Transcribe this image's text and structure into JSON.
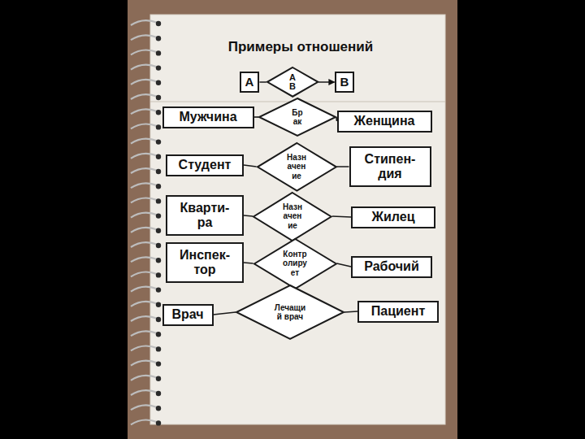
{
  "diagram": {
    "title": "Примеры отношений",
    "nodes": [
      {
        "text": [
          "А"
        ]
      },
      {
        "text": [
          "А В"
        ]
      },
      {
        "text": [
          "В"
        ]
      },
      {
        "text": [
          "Мужчина"
        ]
      },
      {
        "text": [
          "Бр ак"
        ]
      },
      {
        "text": [
          "Женщина"
        ]
      },
      {
        "text": [
          "Студент"
        ]
      },
      {
        "text": [
          "Назн ачен ие"
        ]
      },
      {
        "text": [
          "Стипен- дия"
        ]
      },
      {
        "text": [
          "Кварти- ра"
        ]
      },
      {
        "text": [
          "Назн ачен ие"
        ]
      },
      {
        "text": [
          "Жилец"
        ]
      },
      {
        "text": [
          "Инспек- тор"
        ]
      },
      {
        "text": [
          "Контр олиру ет"
        ]
      },
      {
        "text": [
          "Рабочий"
        ]
      },
      {
        "text": [
          "Врач"
        ]
      },
      {
        "text": [
          "Лечащи й врач"
        ]
      },
      {
        "text": [
          "Пациент"
        ]
      }
    ],
    "edges": [
      {
        "from": 0,
        "to": 1,
        "arrow": "none"
      },
      {
        "from": 1,
        "to": 2,
        "arrow": "to"
      },
      {
        "from": 3,
        "to": 4,
        "arrow": "none"
      },
      {
        "from": 4,
        "to": 5,
        "arrow": "none"
      },
      {
        "from": 6,
        "to": 7,
        "arrow": "none"
      },
      {
        "from": 7,
        "to": 8,
        "arrow": "none"
      },
      {
        "from": 9,
        "to": 10,
        "arrow": "none"
      },
      {
        "from": 10,
        "to": 11,
        "arrow": "none"
      },
      {
        "from": 12,
        "to": 13,
        "arrow": "none"
      },
      {
        "from": 13,
        "to": 14,
        "arrow": "none"
      },
      {
        "from": 15,
        "to": 16,
        "arrow": "none"
      },
      {
        "from": 16,
        "to": 17,
        "arrow": "none"
      }
    ]
  }
}
